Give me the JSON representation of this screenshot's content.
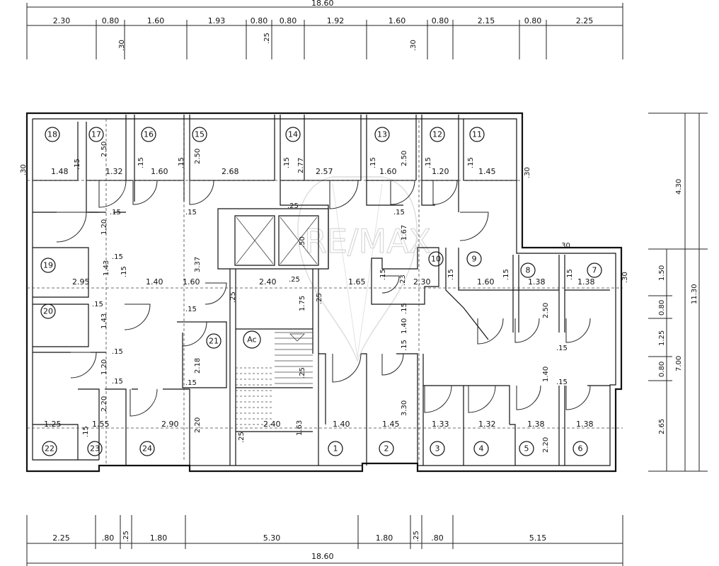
{
  "overall": {
    "top_width": "18.60",
    "bottom_width": "18.60",
    "right_total": "11.30",
    "right_upper": "4.30",
    "right_lower": "7.00"
  },
  "top_segments": [
    "2.30",
    "0.80",
    "1.60",
    "1.93",
    "0.80",
    "0.80",
    "1.92",
    "1.60",
    "0.80",
    "2.15",
    "0.80",
    "2.25"
  ],
  "top_small": [
    ".30",
    ".25",
    ".30"
  ],
  "bottom_segments": [
    "2.25",
    ".80",
    ".25",
    "1.80",
    "5.30",
    "1.80",
    ".25",
    ".80",
    "5.15"
  ],
  "right_segments": [
    "1.50",
    "0.80",
    "1.25",
    "0.80",
    "2.65"
  ],
  "rooms": [
    "18",
    "17",
    "16",
    "15",
    "14",
    "13",
    "12",
    "11",
    "19",
    "20",
    "21",
    "10",
    "9",
    "8",
    "7",
    "22",
    "23",
    "24",
    "1",
    "2",
    "3",
    "4",
    "5",
    "6"
  ],
  "elevator_symbol": "Ac",
  "watermark": "RE/MAX",
  "dims": {
    "d148": "1.48",
    "d132": "1.32",
    "d160a": "1.60",
    "d268": "2.68",
    "d257": "2.57",
    "d160b": "1.60",
    "d120a": "1.20",
    "d145a": "1.45",
    "d250a": "2.50",
    "d250b": "2.50",
    "d250c": "2.50",
    "d277": "2.77",
    "d15a": ".15",
    "d15b": ".15",
    "d15c": ".15",
    "d15d": ".15",
    "d15e": ".15",
    "d15f": ".15",
    "d30a": ".30",
    "d30b": ".30",
    "d30c": ".30",
    "d30d": ".30",
    "d25a": ".25",
    "d25b": ".25",
    "d25c": ".25",
    "d25d": ".25",
    "d25e": ".25",
    "d120b": "1.20",
    "d337": "3.37",
    "d167": "1.67",
    "d150": ".50",
    "d295": "2.95",
    "d143a": "1.43",
    "d140a": "1.40",
    "d160c": "1.60",
    "d240a": "2.40",
    "d175": "1.75",
    "d165": "1.65",
    "d23": ".23",
    "d230": "2.30",
    "d160d": "1.60",
    "d138a": "1.38",
    "d138b": "1.38",
    "d143b": "1.43",
    "d140b": "1.40",
    "d218": "2.18",
    "d140c": "1.40",
    "d120c": "1.20",
    "d220a": "2.20",
    "d250d": "2.50",
    "d330": "3.30",
    "d125": "1.25",
    "d155": "1.55",
    "d290": "2.90",
    "d220b": "2.20",
    "d240b": "2.40",
    "d163": "1.63",
    "d140d": "1.40",
    "d145b": "1.45",
    "d133": "1.33",
    "d132b": "1.32",
    "d138c": "1.38",
    "d138d": "1.38",
    "d220c": "2.20",
    "d15g": ".15",
    "d15h": ".15",
    "d15i": ".15",
    "d15j": ".15",
    "d15k": ".15",
    "d15l": ".15",
    "d15m": ".15",
    "d15n": ".15",
    "d15o": ".15",
    "d15p": ".15",
    "d15q": ".15",
    "d15r": ".15",
    "d15s": ".15",
    "d15t": ".15",
    "d15u": ".15",
    "d15v": ".15",
    "d15w": ".15",
    "d15x": ".15",
    "d15y": ".15",
    "d15z": ".15"
  }
}
